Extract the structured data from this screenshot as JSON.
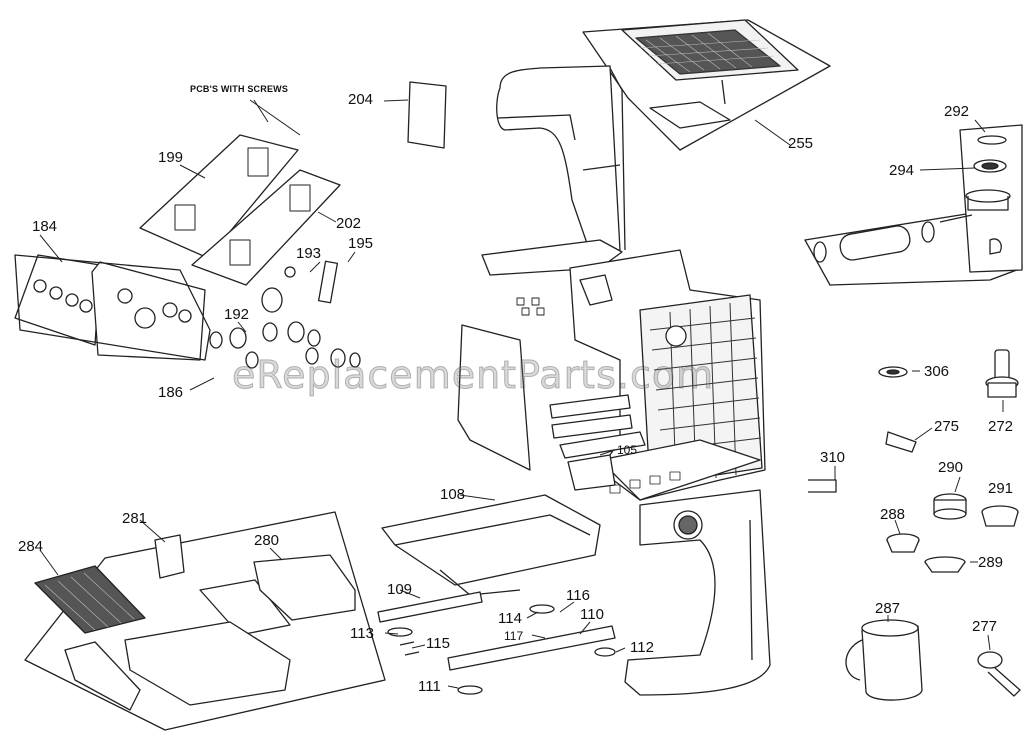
{
  "watermark": "eReplacementParts.com",
  "header_note": "PCB'S WITH SCREWS",
  "callouts": {
    "c204": "204",
    "c255": "255",
    "c292": "292",
    "c294": "294",
    "c199": "199",
    "c202": "202",
    "c184": "184",
    "c193": "193",
    "c195": "195",
    "c192": "192",
    "c186": "186",
    "c306": "306",
    "c272": "272",
    "c275": "275",
    "c310": "310",
    "c290": "290",
    "c291": "291",
    "c288": "288",
    "c289": "289",
    "c287": "287",
    "c277": "277",
    "c105": "105",
    "c108": "108",
    "c109": "109",
    "c116": "116",
    "c114": "114",
    "c110": "110",
    "c113": "113",
    "c115": "115",
    "c117": "117",
    "c112": "112",
    "c111": "111",
    "c281": "281",
    "c280": "280",
    "c284": "284"
  }
}
